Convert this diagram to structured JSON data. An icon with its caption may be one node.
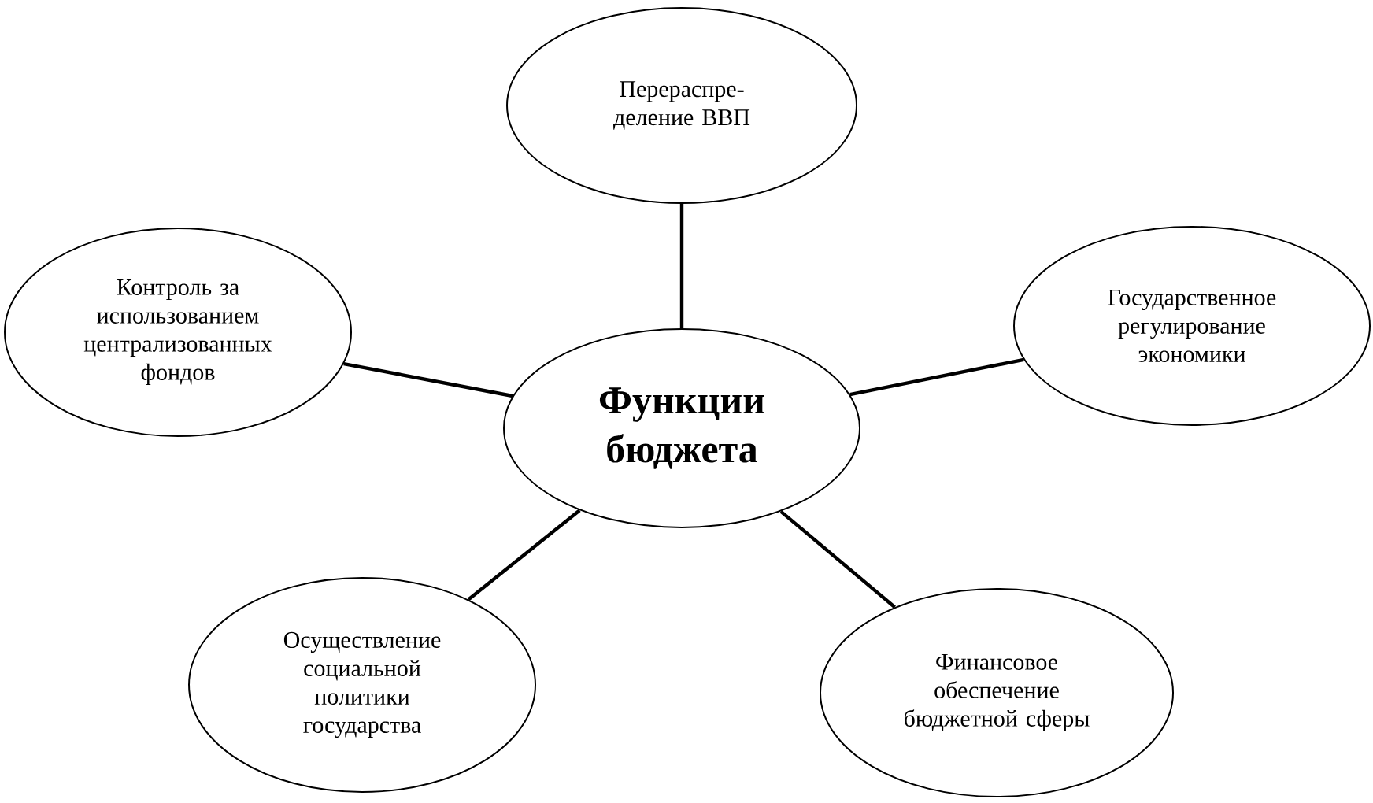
{
  "diagram": {
    "nodes": [
      {
        "text": [
          "Перераспре- деление ВВП"
        ]
      },
      {
        "text": [
          "Контроль за использованием централизованных фондов"
        ]
      },
      {
        "text": [
          "Функции бюджета"
        ]
      },
      {
        "text": [
          "Государственное регулирование экономики"
        ]
      },
      {
        "text": [
          "Осуществление социальной политики государства"
        ]
      },
      {
        "text": [
          "Финансовое обеспечение бюджетной сферы"
        ]
      }
    ],
    "edges": [
      {
        "from": 2,
        "to": 0,
        "arrow": "none"
      },
      {
        "from": 2,
        "to": 1,
        "arrow": "none"
      },
      {
        "from": 2,
        "to": 3,
        "arrow": "none"
      },
      {
        "from": 2,
        "to": 4,
        "arrow": "none"
      },
      {
        "from": 2,
        "to": 5,
        "arrow": "none"
      }
    ]
  }
}
